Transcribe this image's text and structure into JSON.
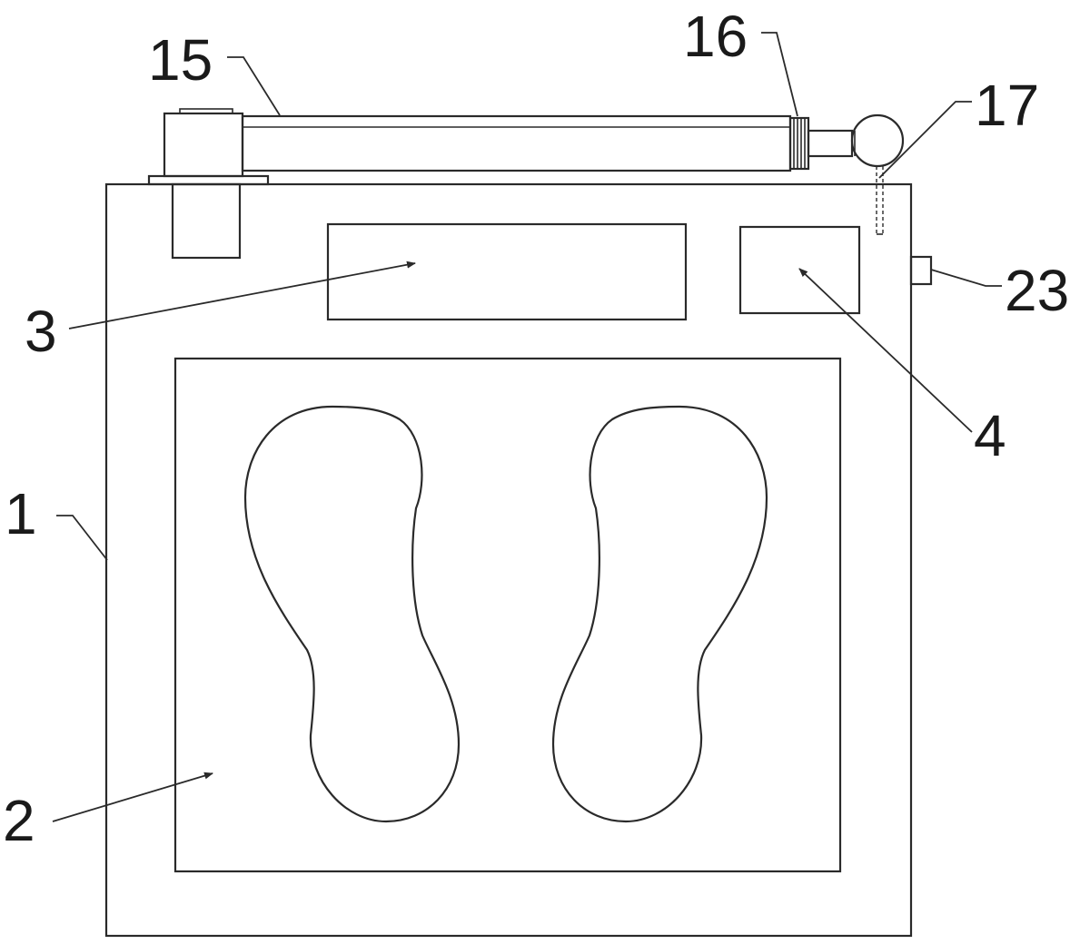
{
  "labels": {
    "housing": "1",
    "foot_platform": "2",
    "display_panel": "3",
    "control_panel": "4",
    "telescopic_arm": "15",
    "arm_joint": "16",
    "probe_head": "17",
    "side_port": "23"
  },
  "colors": {
    "line": "#2a2a2a",
    "background": "#ffffff"
  }
}
